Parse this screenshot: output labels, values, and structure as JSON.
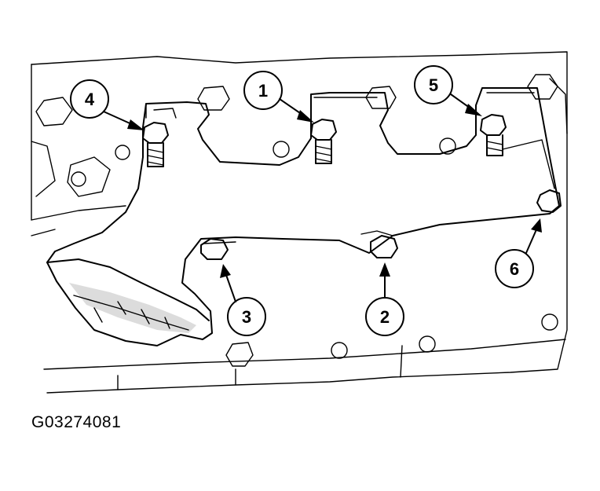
{
  "figure_id": "G03274081",
  "callouts": [
    {
      "label": "1"
    },
    {
      "label": "2"
    },
    {
      "label": "3"
    },
    {
      "label": "4"
    },
    {
      "label": "5"
    },
    {
      "label": "6"
    }
  ],
  "colors": {
    "line": "#000000",
    "background": "#ffffff",
    "shade": "#dcdcdc"
  }
}
